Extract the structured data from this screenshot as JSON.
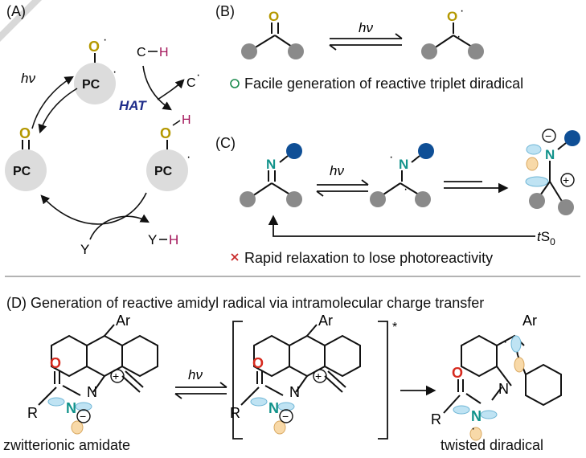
{
  "panels": {
    "a": "(A)",
    "b": "(B)",
    "c": "(C)",
    "d": "(D) Generation of reactive amidyl radical via intramolecular charge transfer"
  },
  "atoms": {
    "oxygen": "O",
    "nitrogen": "N",
    "carbon": "C",
    "hydrogen": "H",
    "pc": "PC",
    "y": "Y",
    "aryl": "Ar",
    "r_group": "R"
  },
  "symbols": {
    "radical_dot": "·",
    "hv": "hν",
    "dash": "–",
    "excited_star": "*",
    "plus": "+",
    "minus": "−"
  },
  "labels": {
    "hat": "HAT",
    "triplet_note": "Facile generation of reactive triplet diradical",
    "relax_note": "Rapid relaxation to lose photoreactivity",
    "ts0_t": "t",
    "ts0_s": "S",
    "ts0_sub": "0",
    "zwitterion": "zwitterionic amidate",
    "twisted": "twisted diradical"
  },
  "colors": {
    "oxygen": "#b49800",
    "oxygen_red": "#d62a1e",
    "nitrogen": "#12938b",
    "hydrogen": "#a3155a",
    "hat": "#1f2d8a",
    "blue_ball": "#0f4f96",
    "grey_ball": "#8a8a8a",
    "pc_circle": "#dcdcdc",
    "ring_marker": "#1a8a4c",
    "cross_marker": "#c82828",
    "orbital_blue": "#bfe3f3",
    "orbital_orange": "#f8d9a8",
    "divider": "#9a9a9a"
  }
}
